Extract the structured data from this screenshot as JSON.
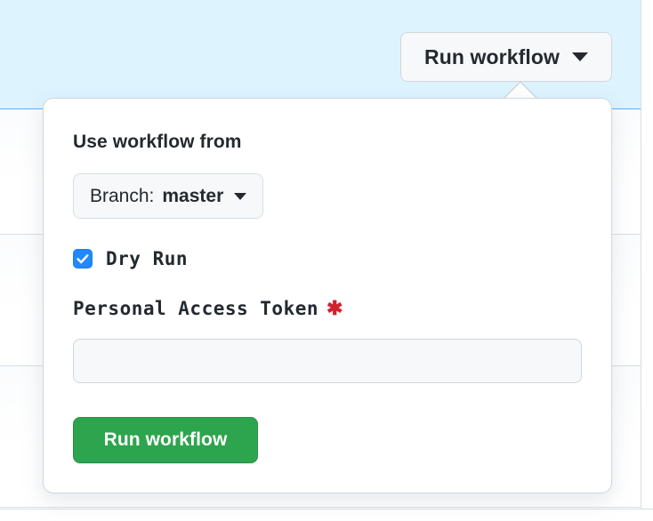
{
  "background": {
    "banner_color": "#ddf4ff",
    "banner_border_color": "#54aeff",
    "row_divider_color": "#d8dee4"
  },
  "trigger": {
    "label": "Run workflow",
    "caret_icon": "chevron-down-icon",
    "background": "#f6f8fa",
    "border_color": "#d0d7de"
  },
  "popover": {
    "heading": "Use workflow from",
    "branch_select": {
      "prefix": "Branch:",
      "value": "master",
      "caret_icon": "chevron-down-icon"
    },
    "dry_run": {
      "label": "Dry Run",
      "checked": true,
      "checkbox_color": "#2188ff",
      "check_icon": "checkmark-icon"
    },
    "token_field": {
      "label": "Personal Access Token",
      "required_marker": "✱",
      "required_color": "#cf222e",
      "value": "",
      "placeholder": ""
    },
    "submit": {
      "label": "Run workflow",
      "color": "#2da44e"
    }
  }
}
